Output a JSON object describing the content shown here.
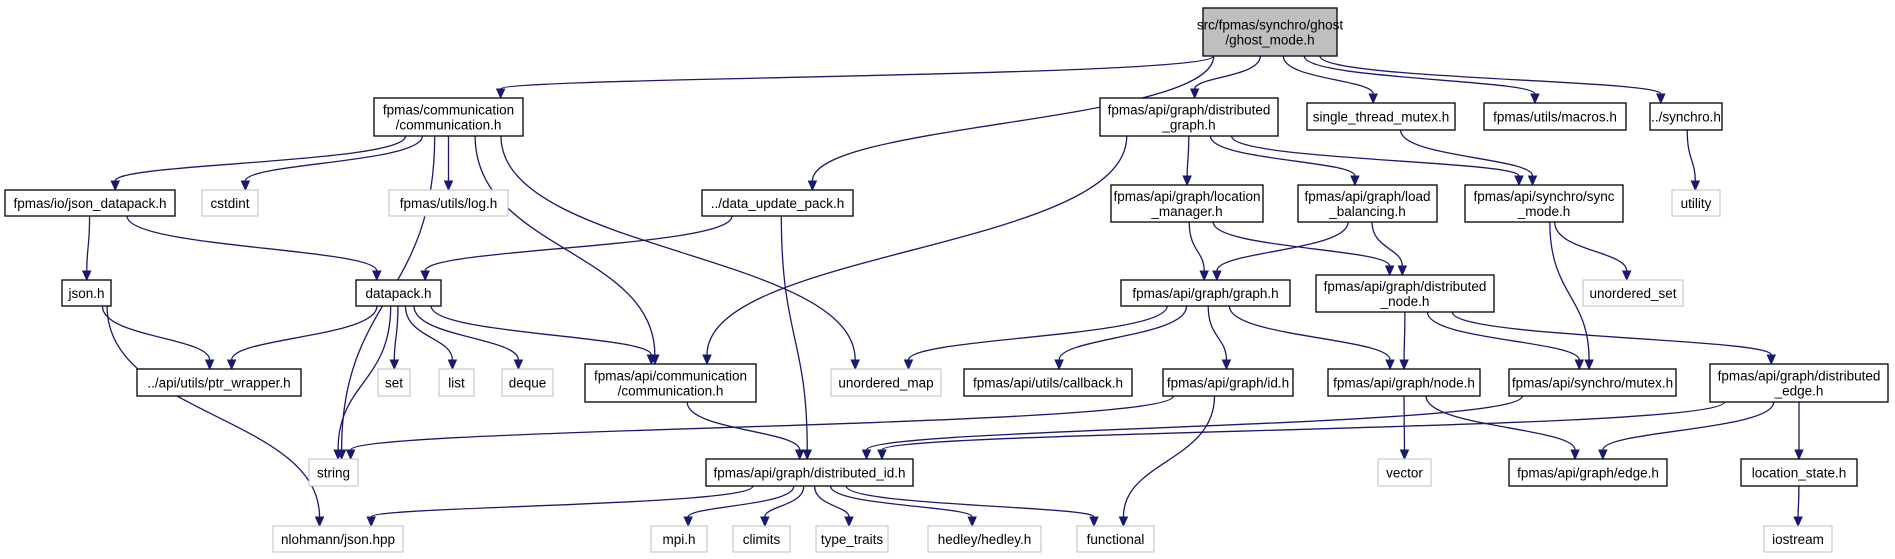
{
  "nodes": [
    {
      "id": "root",
      "lines": [
        "src/fpmas/synchro/ghost",
        "/ghost_mode.h"
      ],
      "kind": "root"
    },
    {
      "id": "comm",
      "lines": [
        "fpmas/communication",
        "/communication.h"
      ],
      "kind": "local"
    },
    {
      "id": "distgraph",
      "lines": [
        "fpmas/api/graph/distributed",
        "_graph.h"
      ],
      "kind": "local"
    },
    {
      "id": "stm",
      "lines": [
        "single_thread_mutex.h"
      ],
      "kind": "local"
    },
    {
      "id": "macros",
      "lines": [
        "fpmas/utils/macros.h"
      ],
      "kind": "local"
    },
    {
      "id": "synchro",
      "lines": [
        "../synchro.h"
      ],
      "kind": "local"
    },
    {
      "id": "utility",
      "lines": [
        "utility"
      ],
      "kind": "ext"
    },
    {
      "id": "jsondp",
      "lines": [
        "fpmas/io/json_datapack.h"
      ],
      "kind": "local"
    },
    {
      "id": "cstdint",
      "lines": [
        "cstdint"
      ],
      "kind": "ext"
    },
    {
      "id": "log",
      "lines": [
        "fpmas/utils/log.h"
      ],
      "kind": "ext"
    },
    {
      "id": "dup",
      "lines": [
        "../data_update_pack.h"
      ],
      "kind": "local"
    },
    {
      "id": "locmgr",
      "lines": [
        "fpmas/api/graph/location",
        "_manager.h"
      ],
      "kind": "local"
    },
    {
      "id": "loadbal",
      "lines": [
        "fpmas/api/graph/load",
        "_balancing.h"
      ],
      "kind": "local"
    },
    {
      "id": "syncmode",
      "lines": [
        "fpmas/api/synchro/sync",
        "_mode.h"
      ],
      "kind": "local"
    },
    {
      "id": "uset",
      "lines": [
        "unordered_set"
      ],
      "kind": "ext"
    },
    {
      "id": "jsonh",
      "lines": [
        "json.h"
      ],
      "kind": "local"
    },
    {
      "id": "datapack",
      "lines": [
        "datapack.h"
      ],
      "kind": "local"
    },
    {
      "id": "graph",
      "lines": [
        "fpmas/api/graph/graph.h"
      ],
      "kind": "local"
    },
    {
      "id": "distnode",
      "lines": [
        "fpmas/api/graph/distributed",
        "_node.h"
      ],
      "kind": "local"
    },
    {
      "id": "ptrw",
      "lines": [
        "../api/utils/ptr_wrapper.h"
      ],
      "kind": "local"
    },
    {
      "id": "set",
      "lines": [
        "set"
      ],
      "kind": "ext"
    },
    {
      "id": "list",
      "lines": [
        "list"
      ],
      "kind": "ext"
    },
    {
      "id": "deque",
      "lines": [
        "deque"
      ],
      "kind": "ext"
    },
    {
      "id": "apicomm",
      "lines": [
        "fpmas/api/communication",
        "/communication.h"
      ],
      "kind": "local"
    },
    {
      "id": "umap",
      "lines": [
        "unordered_map"
      ],
      "kind": "ext"
    },
    {
      "id": "callback",
      "lines": [
        "fpmas/api/utils/callback.h"
      ],
      "kind": "local"
    },
    {
      "id": "idh",
      "lines": [
        "fpmas/api/graph/id.h"
      ],
      "kind": "local"
    },
    {
      "id": "nodeh",
      "lines": [
        "fpmas/api/graph/node.h"
      ],
      "kind": "local"
    },
    {
      "id": "mutex",
      "lines": [
        "fpmas/api/synchro/mutex.h"
      ],
      "kind": "local"
    },
    {
      "id": "distedge",
      "lines": [
        "fpmas/api/graph/distributed",
        "_edge.h"
      ],
      "kind": "local"
    },
    {
      "id": "string",
      "lines": [
        "string"
      ],
      "kind": "ext"
    },
    {
      "id": "distid",
      "lines": [
        "fpmas/api/graph/distributed_id.h"
      ],
      "kind": "local"
    },
    {
      "id": "vector",
      "lines": [
        "vector"
      ],
      "kind": "ext"
    },
    {
      "id": "edgeh",
      "lines": [
        "fpmas/api/graph/edge.h"
      ],
      "kind": "local"
    },
    {
      "id": "locstate",
      "lines": [
        "location_state.h"
      ],
      "kind": "local"
    },
    {
      "id": "nlohmann",
      "lines": [
        "nlohmann/json.hpp"
      ],
      "kind": "ext"
    },
    {
      "id": "mpi",
      "lines": [
        "mpi.h"
      ],
      "kind": "ext"
    },
    {
      "id": "climits",
      "lines": [
        "climits"
      ],
      "kind": "ext"
    },
    {
      "id": "typetraits",
      "lines": [
        "type_traits"
      ],
      "kind": "ext"
    },
    {
      "id": "hedley",
      "lines": [
        "hedley/hedley.h"
      ],
      "kind": "ext"
    },
    {
      "id": "functional",
      "lines": [
        "functional"
      ],
      "kind": "ext"
    },
    {
      "id": "iostream",
      "lines": [
        "iostream"
      ],
      "kind": "ext"
    }
  ],
  "edges": [
    [
      "root",
      "comm"
    ],
    [
      "root",
      "distgraph"
    ],
    [
      "root",
      "stm"
    ],
    [
      "root",
      "macros"
    ],
    [
      "root",
      "synchro"
    ],
    [
      "root",
      "dup"
    ],
    [
      "synchro",
      "utility"
    ],
    [
      "comm",
      "jsondp"
    ],
    [
      "comm",
      "cstdint"
    ],
    [
      "comm",
      "log"
    ],
    [
      "comm",
      "apicomm"
    ],
    [
      "comm",
      "umap"
    ],
    [
      "comm",
      "string"
    ],
    [
      "jsondp",
      "jsonh"
    ],
    [
      "jsondp",
      "datapack"
    ],
    [
      "jsonh",
      "ptrw"
    ],
    [
      "jsonh",
      "nlohmann"
    ],
    [
      "datapack",
      "ptrw"
    ],
    [
      "datapack",
      "string"
    ],
    [
      "datapack",
      "set"
    ],
    [
      "datapack",
      "list"
    ],
    [
      "datapack",
      "deque"
    ],
    [
      "datapack",
      "apicomm"
    ],
    [
      "dup",
      "datapack"
    ],
    [
      "dup",
      "distid"
    ],
    [
      "apicomm",
      "distid"
    ],
    [
      "distgraph",
      "locmgr"
    ],
    [
      "distgraph",
      "loadbal"
    ],
    [
      "distgraph",
      "syncmode"
    ],
    [
      "distgraph",
      "apicomm"
    ],
    [
      "stm",
      "syncmode"
    ],
    [
      "locmgr",
      "graph"
    ],
    [
      "locmgr",
      "distnode"
    ],
    [
      "loadbal",
      "graph"
    ],
    [
      "loadbal",
      "distnode"
    ],
    [
      "syncmode",
      "uset"
    ],
    [
      "syncmode",
      "mutex"
    ],
    [
      "graph",
      "umap"
    ],
    [
      "graph",
      "callback"
    ],
    [
      "graph",
      "idh"
    ],
    [
      "graph",
      "nodeh"
    ],
    [
      "distnode",
      "nodeh"
    ],
    [
      "distnode",
      "mutex"
    ],
    [
      "distnode",
      "distedge"
    ],
    [
      "idh",
      "string"
    ],
    [
      "idh",
      "functional"
    ],
    [
      "nodeh",
      "vector"
    ],
    [
      "nodeh",
      "edgeh"
    ],
    [
      "mutex",
      "distid"
    ],
    [
      "distedge",
      "edgeh"
    ],
    [
      "distedge",
      "distid"
    ],
    [
      "distedge",
      "locstate"
    ],
    [
      "locstate",
      "iostream"
    ],
    [
      "distid",
      "nlohmann"
    ],
    [
      "distid",
      "mpi"
    ],
    [
      "distid",
      "climits"
    ],
    [
      "distid",
      "typetraits"
    ],
    [
      "distid",
      "hedley"
    ],
    [
      "distid",
      "functional"
    ]
  ],
  "colors": {
    "edge": "#191970",
    "root_fill": "#bfbfbf",
    "ext_border": "#bfbfbf",
    "local_border": "#000000"
  }
}
